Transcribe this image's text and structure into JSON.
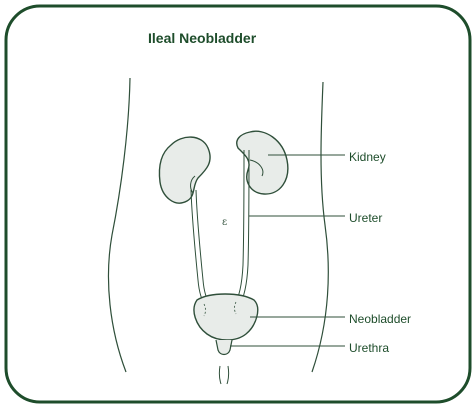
{
  "diagram": {
    "title": "Ileal Neobladder",
    "labels": {
      "kidney": "Kidney",
      "ureter": "Ureter",
      "neobladder": "Neobladder",
      "urethra": "Urethra"
    }
  },
  "colors": {
    "border": "#1e4d2b",
    "text": "#1e4d2b",
    "outline": "#2f4f3a",
    "organ_fill": "#e8ece9"
  }
}
